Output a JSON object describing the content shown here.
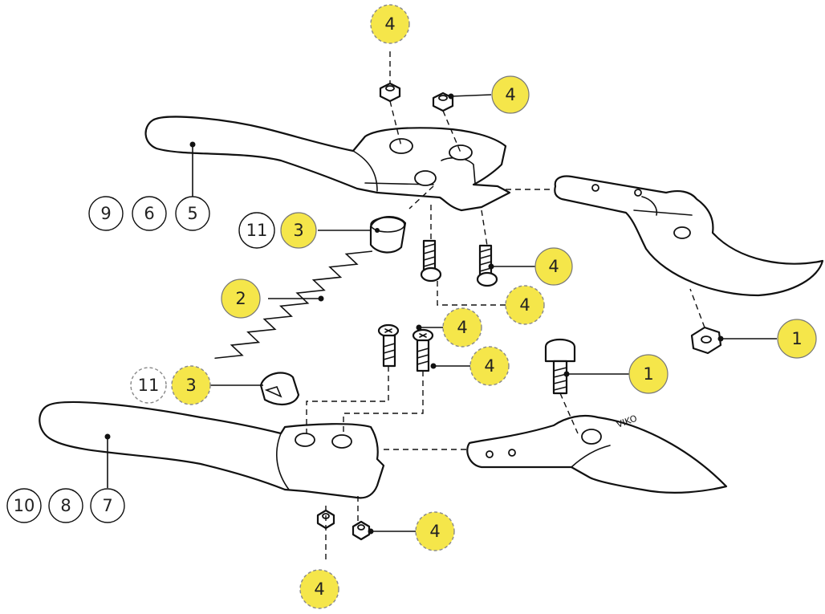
{
  "colors": {
    "callout_yellow": "#f5e64a",
    "line": "#111111",
    "background": "#ffffff"
  },
  "callouts": {
    "top_nut_4": "4",
    "right_nut_4": "4",
    "upper_handle_9": "9",
    "upper_handle_6": "6",
    "upper_handle_5": "5",
    "cap_upper_11": "11",
    "cap_upper_3": "3",
    "spring_2": "2",
    "screw_right_4": "4",
    "screw_left_4": "4",
    "screw_mid_a_4": "4",
    "screw_mid_b_4": "4",
    "blade_nut_1": "1",
    "blade_bolt_1": "1",
    "cap_lower_11": "11",
    "cap_lower_3": "3",
    "lower_handle_10": "10",
    "lower_handle_8": "8",
    "lower_handle_7": "7",
    "bottom_nut_right_4": "4",
    "bottom_nut_4": "4"
  },
  "blade_marking": "VIKO"
}
